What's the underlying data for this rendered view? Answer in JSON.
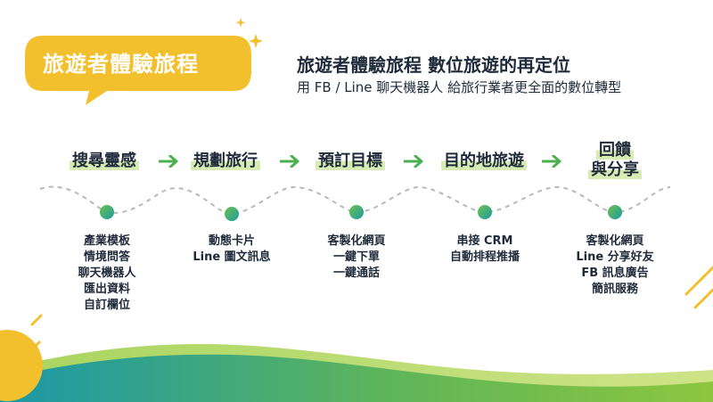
{
  "badge": {
    "title": "旅遊者體驗旅程",
    "color": "#f3c02d"
  },
  "header": {
    "title": "旅遊者體驗旅程  數位旅遊的再定位",
    "subtitle": "用 FB / Line 聊天機器人 給旅行業者更全面的數位轉型"
  },
  "steps": [
    {
      "label": "搜尋靈感",
      "features": [
        "產業模板",
        "情境問答",
        "聊天機器人",
        "匯出資料",
        "自訂欄位"
      ]
    },
    {
      "label": "規劃旅行",
      "features": [
        "動態卡片",
        "Line 圖文訊息"
      ]
    },
    {
      "label": "預訂目標",
      "features": [
        "客製化網頁",
        "一鍵下單",
        "一鍵通話"
      ]
    },
    {
      "label": "目的地旅遊",
      "features": [
        "串接 CRM",
        "自動排程推播"
      ]
    },
    {
      "label_lines": [
        "回饋",
        "與分享"
      ],
      "features": [
        "客製化網頁",
        "Line 分享好友",
        "FB 訊息廣告",
        "簡訊服務"
      ]
    }
  ],
  "colors": {
    "text": "#1f2a3a",
    "arrow": "#4caf50",
    "highlight": "#d7ecb3",
    "dot_green": "#6cc24a",
    "dot_teal": "#1e9aa6",
    "wave_green": "#7cc04b",
    "wave_teal": "#1a98a8",
    "yellow": "#f3c02d"
  }
}
